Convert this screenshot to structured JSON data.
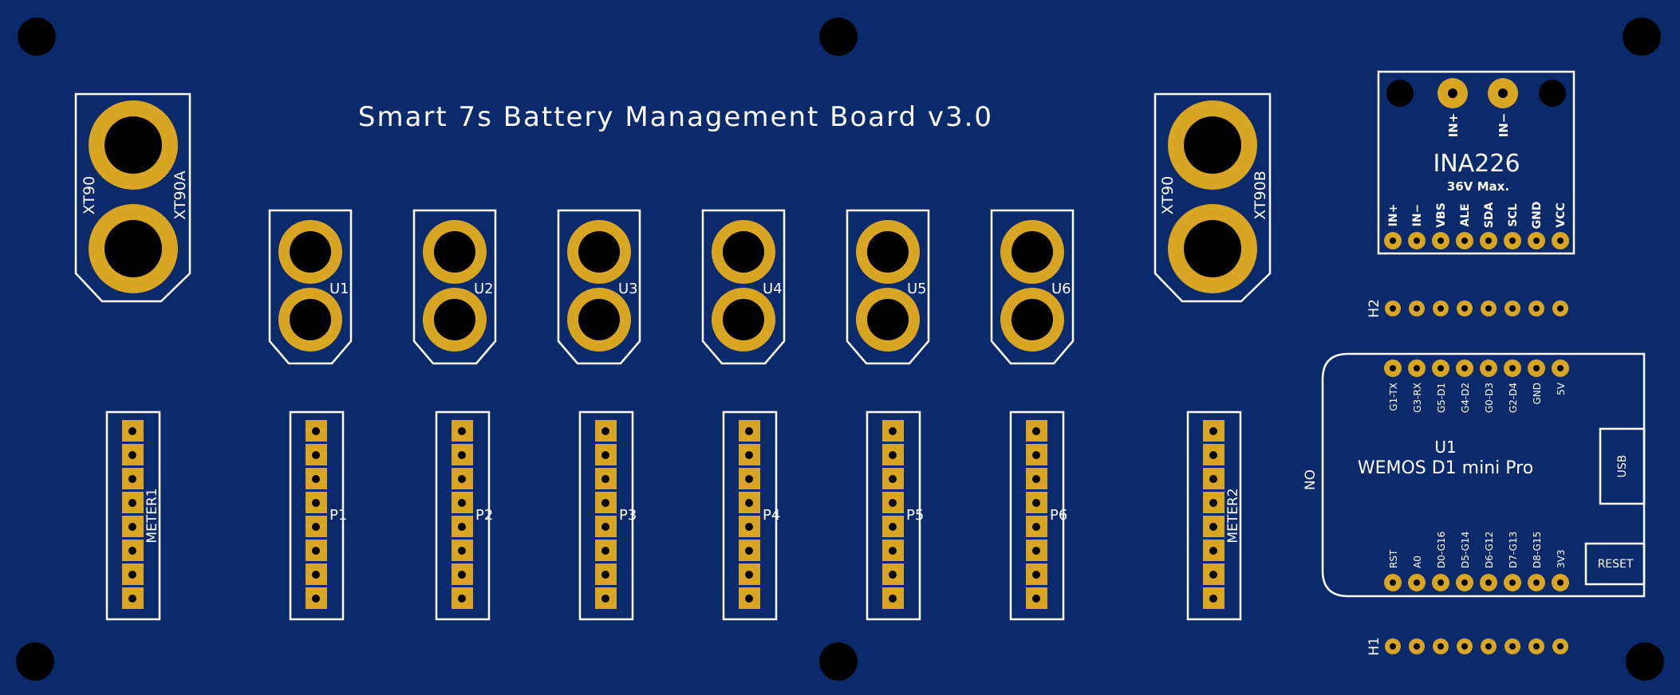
{
  "board": {
    "title": "Smart 7s Battery Management Board v3.0",
    "colors": {
      "pcb": "#0a2a6c",
      "pad": "#d9a624",
      "silk": "#ffffff",
      "hole": "#000000"
    }
  },
  "xt90": [
    {
      "name": "XT90",
      "ref": "XT90A"
    },
    {
      "name": "XT90",
      "ref": "XT90B"
    }
  ],
  "cells": [
    "U1",
    "U2",
    "U3",
    "U4",
    "U5",
    "U6"
  ],
  "headers": [
    "METER1",
    "P1",
    "P2",
    "P3",
    "P4",
    "P5",
    "P6",
    "METER2"
  ],
  "ina226": {
    "top_pins": [
      "IN+",
      "IN−"
    ],
    "name": "INA226",
    "rating": "36V Max.",
    "pins": [
      "IN+",
      "IN−",
      "VBS",
      "ALE",
      "SDA",
      "SCL",
      "GND",
      "VCC"
    ]
  },
  "h2": {
    "ref": "H2"
  },
  "h1": {
    "ref": "H1"
  },
  "wemos": {
    "ref": "U1",
    "name": "WEMOS D1 mini Pro",
    "top_pins": [
      "G1-TX",
      "G3-RX",
      "G5-D1",
      "G4-D2",
      "G0-D3",
      "G2-D4",
      "GND",
      "5V"
    ],
    "bottom_pins": [
      "RST",
      "A0",
      "D0-G16",
      "D5-G14",
      "D6-G12",
      "D7-G13",
      "D8-G15",
      "3V3"
    ],
    "usb": "USB",
    "reset": "RESET",
    "side_label": "NO"
  }
}
